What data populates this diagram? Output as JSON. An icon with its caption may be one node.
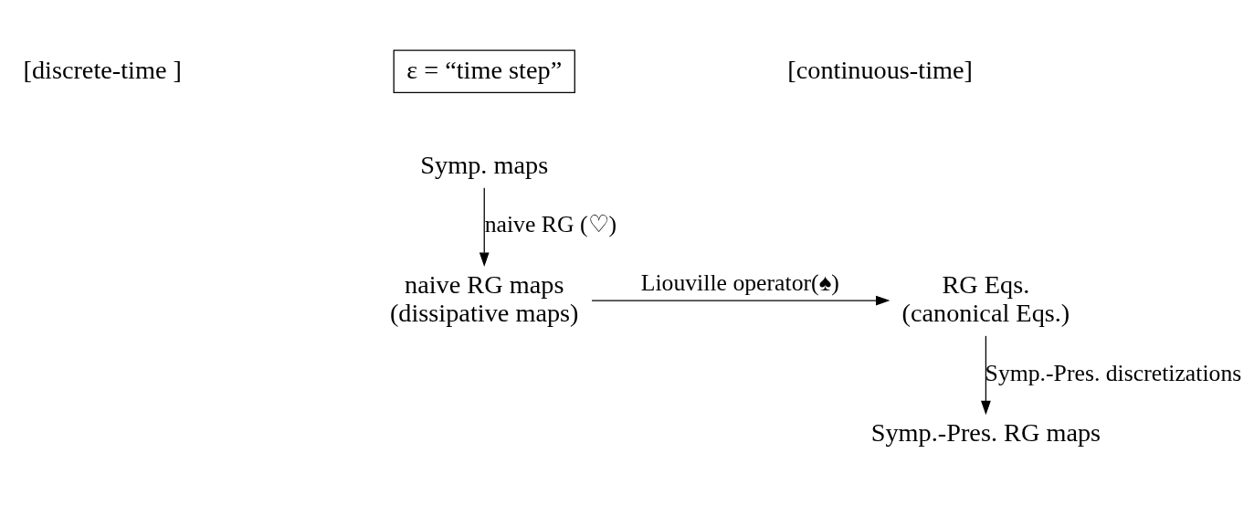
{
  "diagram": {
    "nodes": [
      {
        "text": [
          "ε = “time step”"
        ]
      },
      {
        "text": [
          "Symp. maps"
        ]
      },
      {
        "text": [
          "naive RG maps",
          "(dissipative maps)"
        ]
      },
      {
        "text": [
          "RG Eqs.",
          "(canonical Eqs.)"
        ]
      },
      {
        "text": [
          "Symp.-Pres. RG maps"
        ]
      }
    ],
    "edges": [
      {
        "from": 1,
        "to": 2,
        "arrow": "to",
        "label": "naive RG (♡)"
      },
      {
        "from": 2,
        "to": 3,
        "arrow": "to",
        "label": "Liouville operator(♠)"
      },
      {
        "from": 3,
        "to": 4,
        "arrow": "to",
        "label": "Symp.-Pres. discretizations"
      }
    ],
    "labels": [
      "[discrete-time ]",
      "[continuous-time]"
    ]
  }
}
